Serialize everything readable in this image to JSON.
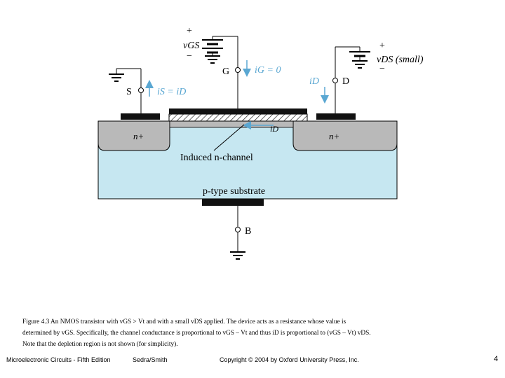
{
  "diagram": {
    "labels": {
      "vgs_plus": "+",
      "vgs": "vGS",
      "vgs_minus": "−",
      "gate": "G",
      "ig": "iG = 0",
      "source": "S",
      "is": "iS = iD",
      "drain": "D",
      "id_drain": "iD",
      "vds_plus": "+",
      "vds": "vDS (small)",
      "vds_minus": "−",
      "n_plus_left": "n+",
      "n_plus_right": "n+",
      "channel_current": "iD",
      "induced_channel": "Induced n-channel",
      "substrate": "p-type substrate",
      "body": "B"
    },
    "colors": {
      "substrate": "#c6e7f1",
      "n_region": "#b9b9b9",
      "metal": "#111111",
      "current_arrow": "#5aa7d2",
      "text": "#000000"
    }
  },
  "caption": {
    "line1": "Figure 4.3  An NMOS transistor with vGS > Vt and with a small vDS applied. The device acts as a resistance whose value is",
    "line2": "determined by vGS. Specifically, the channel conductance is proportional to vGS – Vt and thus iD is proportional to (vGS – Vt) vDS.",
    "line3": "Note that the depletion region is not shown (for simplicity)."
  },
  "footer": {
    "book": "Microelectronic Circuits - Fifth Edition",
    "authors": "Sedra/Smith",
    "copyright": "Copyright © 2004 by Oxford University Press, Inc.",
    "page": "4"
  }
}
